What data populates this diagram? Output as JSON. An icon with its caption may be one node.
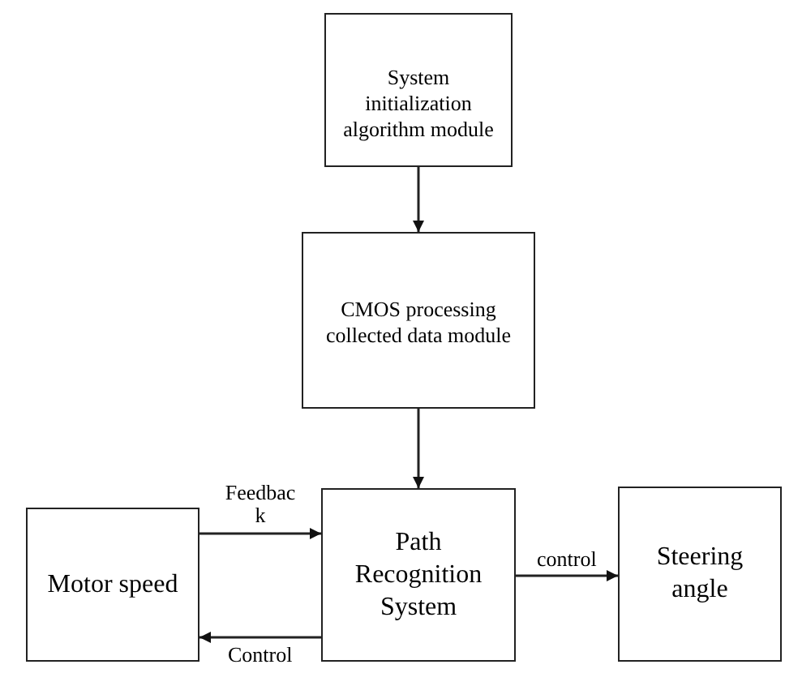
{
  "diagram": {
    "nodes": [
      {
        "text": [
          "System initialization algorithm module"
        ]
      },
      {
        "text": [
          "CMOS processing collected data module"
        ]
      },
      {
        "text": [
          "Path Recognition System"
        ]
      },
      {
        "text": [
          "Motor speed"
        ]
      },
      {
        "text": [
          "Steering angle"
        ]
      }
    ],
    "edges": [
      {
        "from": 0,
        "to": 1,
        "arrow": "to"
      },
      {
        "from": 1,
        "to": 2,
        "arrow": "to"
      },
      {
        "from": 3,
        "to": 2,
        "arrow": "to",
        "label": "Feedbac k"
      },
      {
        "from": 2,
        "to": 3,
        "arrow": "to",
        "label": "Control"
      },
      {
        "from": 2,
        "to": 4,
        "arrow": "to",
        "label": "control"
      }
    ]
  }
}
